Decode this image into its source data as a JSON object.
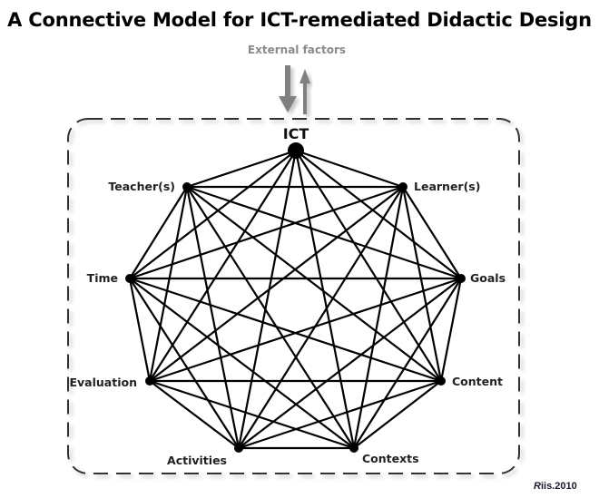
{
  "title": "A Connective Model for ICT-remediated Didactic Design",
  "external_label": "External factors",
  "credit_initial": "R",
  "credit_rest": "iis.2010",
  "nodes": [
    "ICT",
    "Learner(s)",
    "Goals",
    "Content",
    "Contexts",
    "Activities",
    "Evaluation",
    "Time",
    "Teacher(s)"
  ],
  "colors": {
    "edge": "#000000",
    "arrow": "#808080",
    "border": "#333333"
  }
}
